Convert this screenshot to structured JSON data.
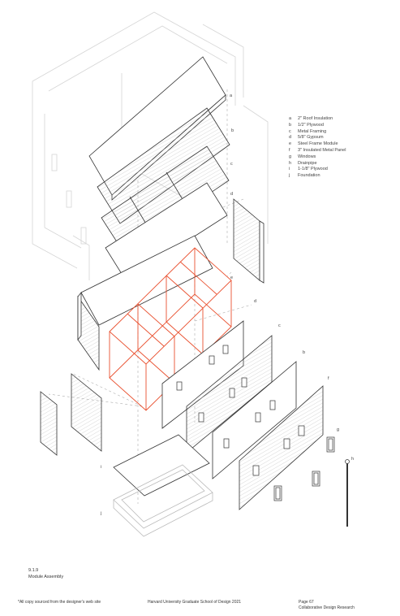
{
  "legend": {
    "items": [
      {
        "key": "a",
        "text": "2\" Roof Insulation"
      },
      {
        "key": "b",
        "text": "1/2\" Plywood"
      },
      {
        "key": "c",
        "text": "Metal Framing"
      },
      {
        "key": "d",
        "text": "5/8\" Gypsum"
      },
      {
        "key": "e",
        "text": "Steel Frame Module"
      },
      {
        "key": "f",
        "text": "3\" Insulated Metal Panel"
      },
      {
        "key": "g",
        "text": "Windows"
      },
      {
        "key": "h",
        "text": "Drainpipe"
      },
      {
        "key": "i",
        "text": "1-1/8\" Plywood"
      },
      {
        "key": "j",
        "text": "Foundation"
      }
    ]
  },
  "callouts": [
    "a",
    "b",
    "c",
    "d",
    "e",
    "d",
    "c",
    "b",
    "f",
    "g",
    "h",
    "i",
    "j"
  ],
  "figure": {
    "number": "9.1.9",
    "title": "Module Assembly"
  },
  "footer": {
    "note": "*All copy sourced from the designer's web site",
    "institution": "Harvard University Graduate School of Design 2021",
    "page": "Page 67",
    "section": "Collaborative Design Research"
  },
  "colors": {
    "steel_frame": "#e9502f",
    "line": "#333333",
    "ghost": "#d6d6d6"
  }
}
